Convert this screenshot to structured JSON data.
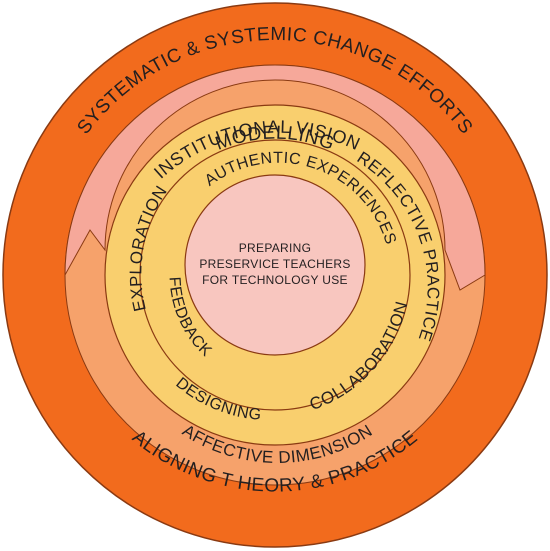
{
  "rings": {
    "outer": {
      "top_label": "SYSTEMATIC & SYSTEMIC CHANGE EFFORTS",
      "bottom_label": "ALIGNING T HEORY & PRACTICE",
      "color": "#f26b1d"
    },
    "second": {
      "top_label": "INSTITUTIONAL VISION",
      "bottom_label": "AFFECTIVE DIMENSION",
      "vision_color": "#f6a89a",
      "affective_color": "#f6a26b"
    },
    "third": {
      "color": "#f9cf6e",
      "items": {
        "modelling": "MODELLING",
        "reflective_practice": "REFLECTIVE PRACTICE",
        "collaboration": "COLLABORATION",
        "designing": "DESIGNING",
        "exploration": "EXPLORATION"
      }
    },
    "fourth": {
      "color": "#f9cf6e",
      "items": {
        "authentic_experiences": "AUTHENTIC EXPERIENCES",
        "feedback": "FEEDBACK"
      }
    },
    "center": {
      "color": "#f8c6bf",
      "lines": [
        "PREPARING",
        "PRESERVICE TEACHERS",
        "FOR TECHNOLOGY USE"
      ]
    }
  }
}
